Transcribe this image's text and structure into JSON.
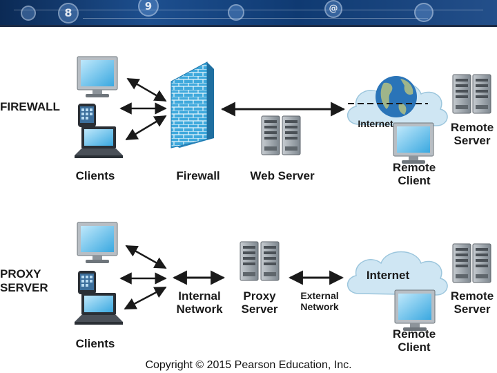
{
  "header": {
    "banner_glyphs": [
      "8",
      "9",
      "@"
    ]
  },
  "firewall_section": {
    "title": "FIREWALL",
    "clients_label": "Clients",
    "firewall_label": "Firewall",
    "web_server_label": "Web Server",
    "internet_label": "Internet",
    "remote_client_label_line1": "Remote",
    "remote_client_label_line2": "Client",
    "remote_server_label_line1": "Remote",
    "remote_server_label_line2": "Server"
  },
  "proxy_section": {
    "title_line1": "PROXY",
    "title_line2": "SERVER",
    "clients_label": "Clients",
    "internal_network_line1": "Internal",
    "internal_network_line2": "Network",
    "proxy_server_line1": "Proxy",
    "proxy_server_line2": "Server",
    "external_network_line1": "External",
    "external_network_line2": "Network",
    "internet_label": "Internet",
    "remote_client_label_line1": "Remote",
    "remote_client_label_line2": "Client",
    "remote_server_label_line1": "Remote",
    "remote_server_label_line2": "Server"
  },
  "footer": {
    "copyright": "Copyright © 2015 Pearson Education, Inc."
  },
  "colors": {
    "firewall_brick": "#3fa9dc",
    "cloud": "#cfe6f3",
    "globe": "#2a74b8",
    "arrow": "#1a1a1a",
    "server_body": "#9aa3ab"
  }
}
